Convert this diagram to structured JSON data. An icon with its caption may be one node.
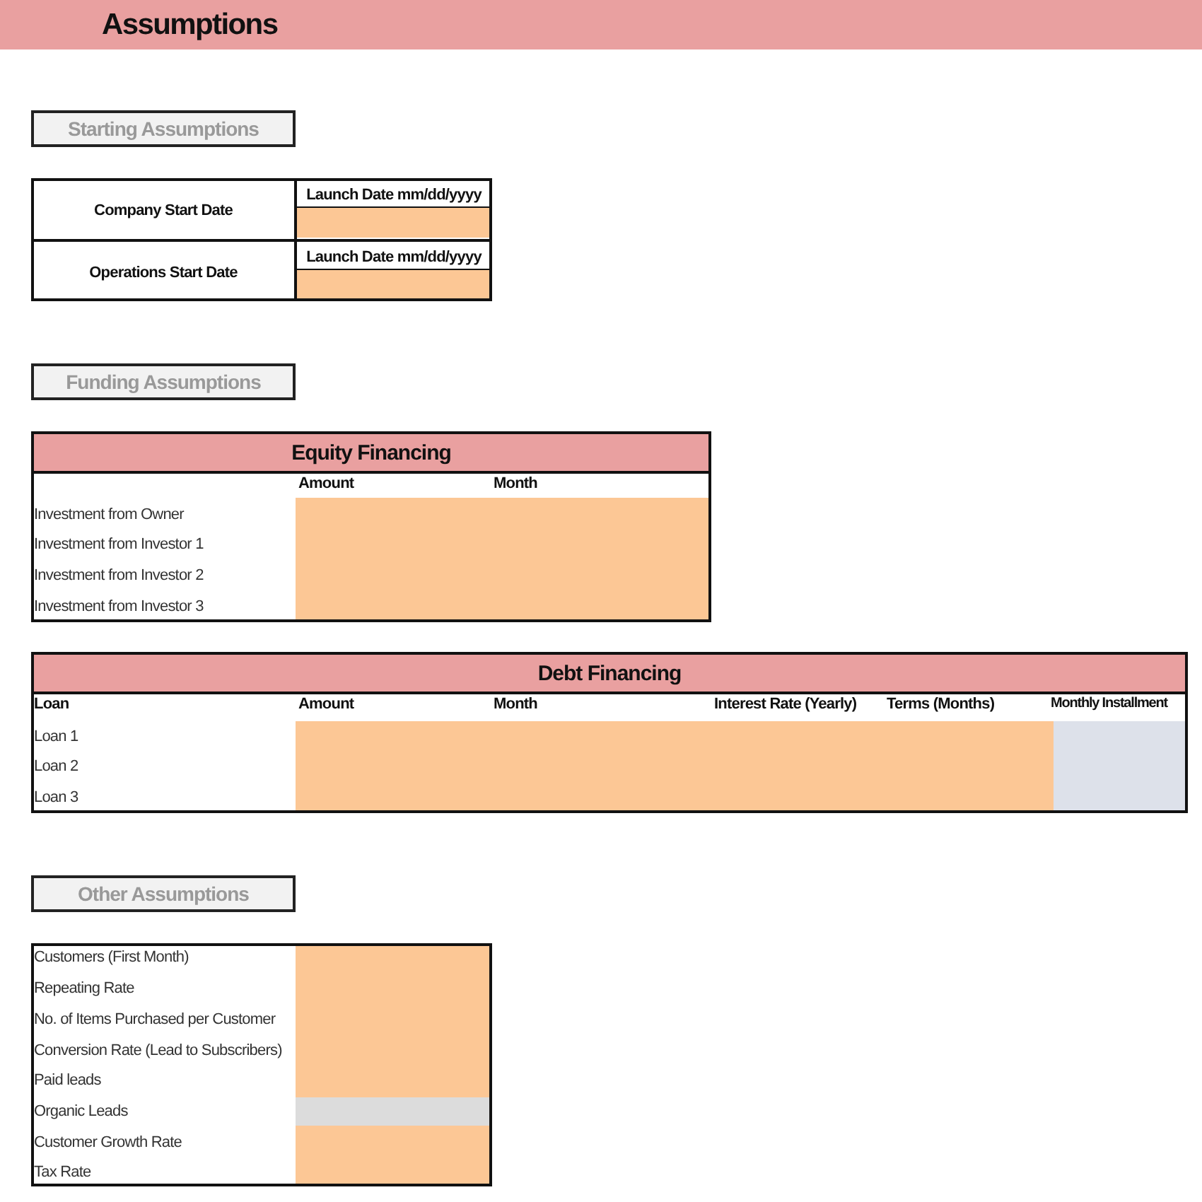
{
  "diagram": {
    "title": "Assumptions",
    "nodes": [
      {
        "text": [
          "Starting Assumptions"
        ]
      },
      {
        "text": [],
        "shape": "box"
      },
      {
        "text": [
          "Funding Assumptions"
        ]
      },
      {
        "text": [
          "Equity Financing"
        ]
      },
      {
        "text": [
          "Debt Financing"
        ]
      },
      {
        "text": [
          "Other Assumptions"
        ]
      },
      {
        "text": [],
        "shape": "box"
      }
    ],
    "labels": [
      "Company Start Date",
      "Launch Date mm/dd/yyyy",
      "Operations Start Date",
      "Launch Date mm/dd/yyyy",
      "Amount",
      "Month",
      "Investment from Owner",
      "Investment from Investor 1",
      "Investment from Investor 2",
      "Investment from Investor 3",
      "Loan",
      "Amount",
      "Month",
      "Interest Rate (Yearly)",
      "Terms (Months)",
      "Monthly Installment",
      "Loan 1",
      "Loan 2",
      "Loan 3",
      "Customers (First Month)",
      "Repeating Rate",
      "No. of Items Purchased per Customer",
      "Conversion Rate (Lead to Subscribers)",
      "Paid leads",
      "Organic Leads",
      "Customer Growth Rate",
      "Tax Rate"
    ]
  }
}
